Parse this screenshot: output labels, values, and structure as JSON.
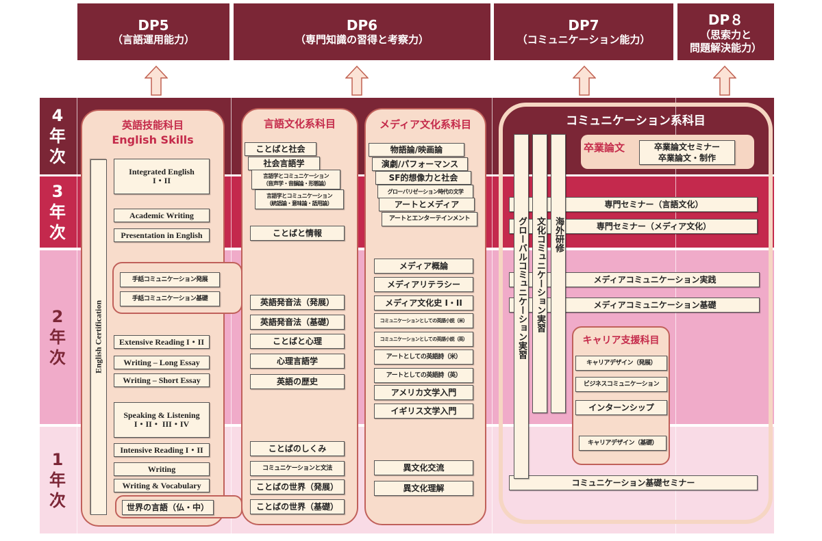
{
  "dp": [
    {
      "num": "DP5",
      "sub": "（言語運用能力）"
    },
    {
      "num": "DP6",
      "sub": "（専門知識の習得と考察力）"
    },
    {
      "num": "DP7",
      "sub": "（コミュニケーション能力）"
    },
    {
      "num": "DP８",
      "sub": "（思索力と\n問題解決能力）"
    }
  ],
  "years": [
    "4\n年\n次",
    "3\n年\n次",
    "2\n年\n次",
    "1\n年\n次"
  ],
  "colors": {
    "dp": "#7b2636",
    "year4": "#7b2636",
    "year3": "#c4294d",
    "year2": "#f0abc9",
    "year1": "#f9dbe6",
    "group_fill": "#f8dccb"
  },
  "english": {
    "title": "英語技能科目",
    "title_en": "English Skills",
    "certification": "English Certification",
    "items": [
      "Integrated English\nI・II",
      "Academic Writing",
      "Presentation in English",
      "手話コミュニケーション発展",
      "手話コミュニケーション基礎",
      "Extensive Reading I・II",
      "Writing – Long Essay",
      "Writing – Short Essay",
      "Speaking & Listening\nI・II・ III・IV",
      "Intensive Reading I・II",
      "Writing",
      "Writing & Vocabulary",
      "世界の言語（仏・中）"
    ]
  },
  "gengo": {
    "title": "言語文化系科目",
    "items": [
      "ことばと社会",
      "社会言語学",
      "言語学とコミュニケーション\n（音声学・音韻論・形態論）",
      "言語学とコミュニケーション\n（統語論・意味論・語用論）",
      "ことばと情報",
      "英語発音法（発展）",
      "英語発音法（基礎）",
      "ことばと心理",
      "心理言語学",
      "英語の歴史",
      "ことばのしくみ",
      "コミュニケーションと文法",
      "ことばの世界（発展）",
      "ことばの世界（基礎）"
    ]
  },
  "media": {
    "title": "メディア文化系科目",
    "items": [
      "物語論/映画論",
      "演劇/パフォーマンス",
      "SF的想像力と社会",
      "グローバリゼーション時代の文学",
      "アートとメディア",
      "アートとエンターテインメント",
      "メディア概論",
      "メディアリテラシー",
      "メディア文化史 I・II",
      "コミュニケーションとしての英語小説（米）",
      "コミュニケーションとしての英語小説（英）",
      "アートとしての英語詩（米）",
      "アートとしての英語詩（英）",
      "アメリカ文学入門",
      "イギリス文学入門",
      "異文化交流",
      "異文化理解"
    ]
  },
  "comm": {
    "title": "コミュニケーション系科目",
    "thesis_label": "卒業論文",
    "thesis_items": "卒業論文セミナー\n卒業論文・制作",
    "vertical": [
      "グローバルコミュニケーション実習",
      "文化コミュニケーション実習",
      "海外研修"
    ],
    "bars": [
      "専門セミナー（言語文化）",
      "専門セミナー（メディア文化）",
      "メディアコミュニケーション実践",
      "メディアコミュニケーション基礎",
      "コミュニケーション基礎セミナー"
    ],
    "career_title": "キャリア支援科目",
    "career": [
      "キャリアデザイン（発展）",
      "ビジネスコミュニケーション",
      "インターンシップ",
      "キャリアデザイン（基礎）"
    ]
  }
}
